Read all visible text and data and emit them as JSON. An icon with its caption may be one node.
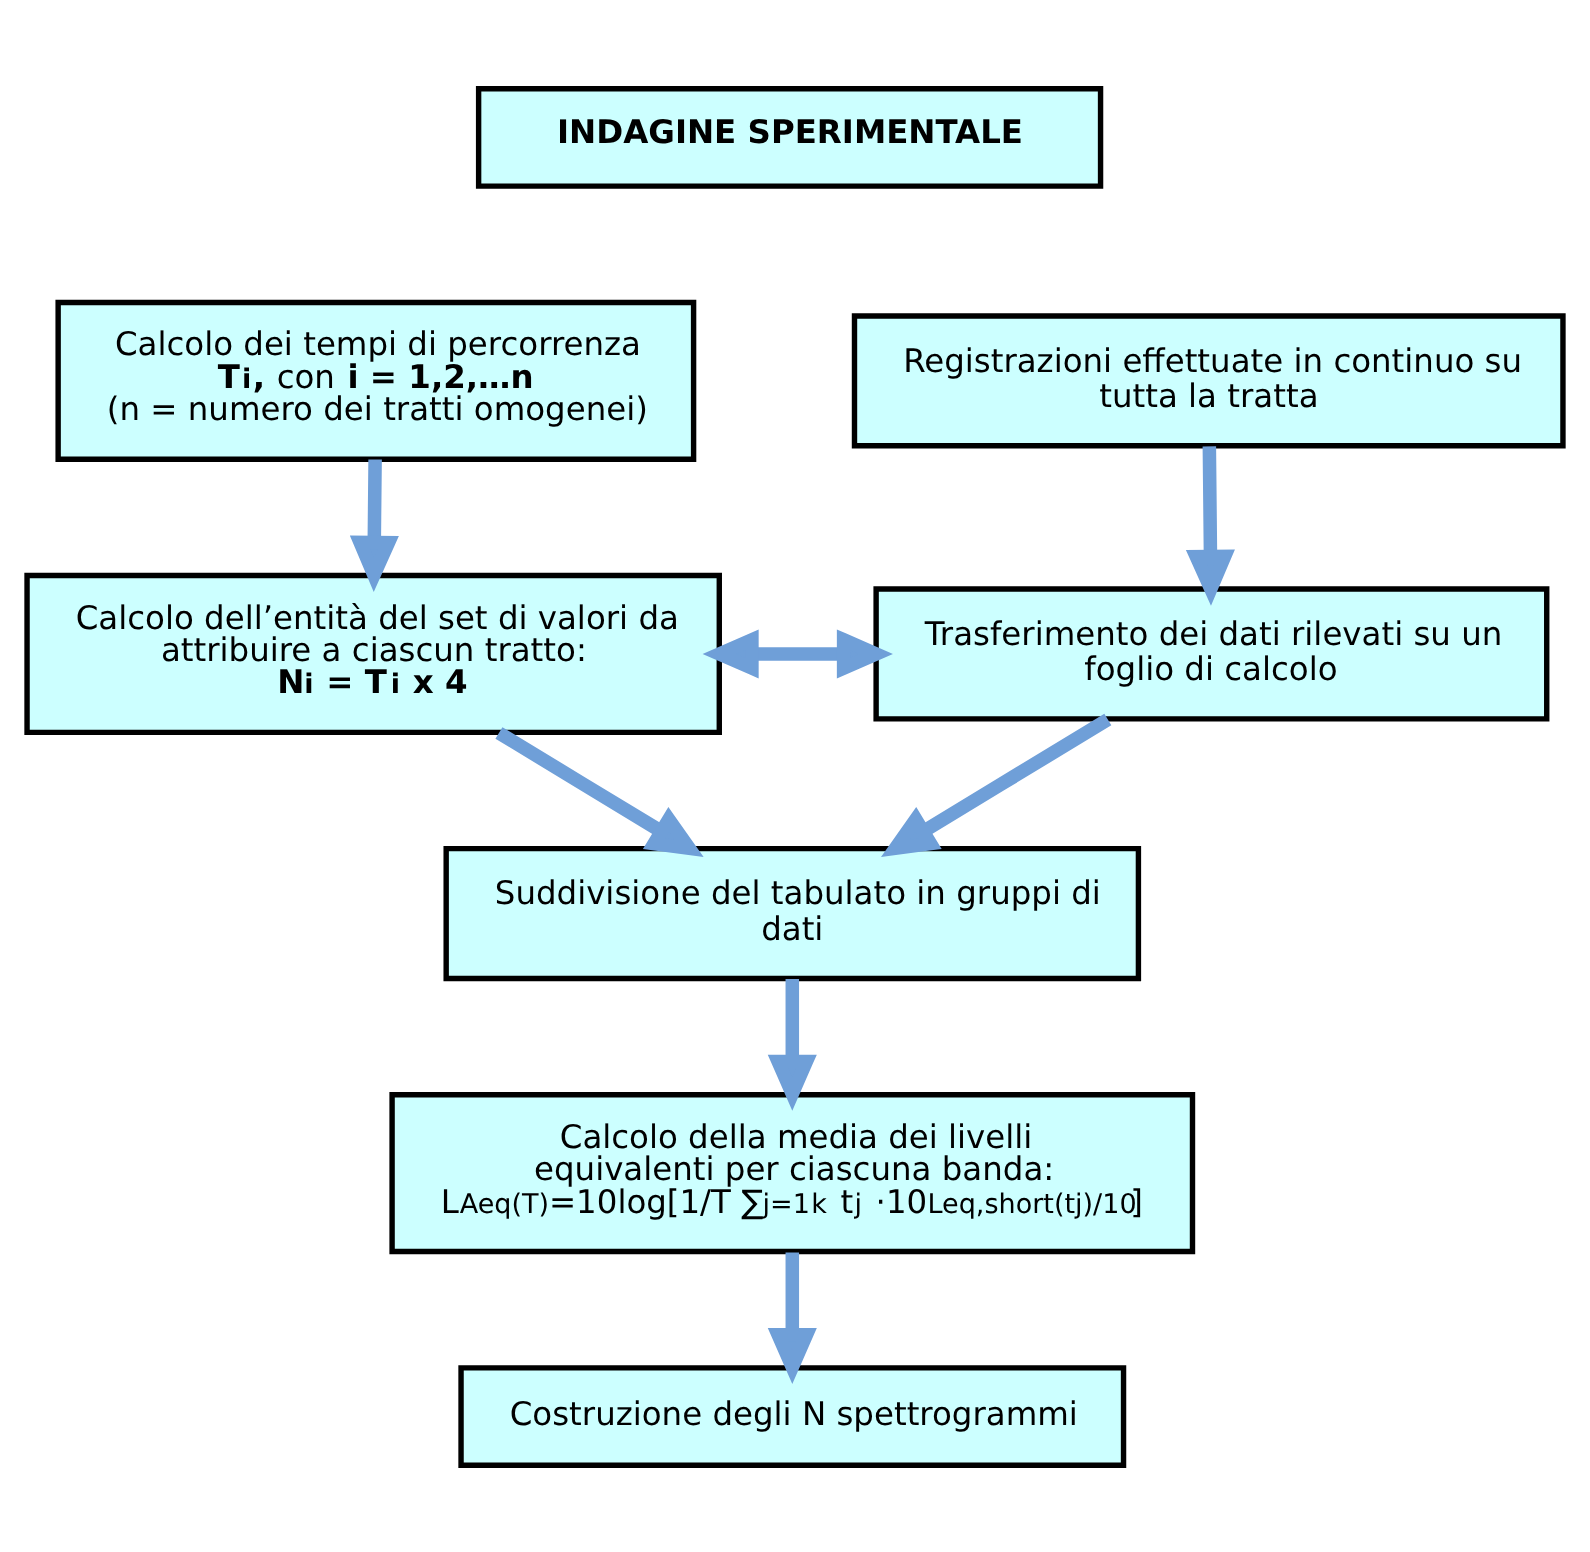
{
  "diagram": {
    "nodes": [
      {
        "text": [
          "**INDAGINE SPERIMENTALE**"
        ]
      },
      {
        "text": [
          "Calcolo dei tempi di percorrenza",
          "**T$_{i}$,** con **i = 1,2,…n**",
          "(n = numero dei tratti omogenei)"
        ]
      },
      {
        "text": [
          "Registrazioni effettuate in continuo su tutta la tratta"
        ]
      },
      {
        "text": [
          "Calcolo dell’entità del set di valori da attribuire a ciascun tratto:",
          "**N$_{i}$ = T$_{i}$ x 4**"
        ]
      },
      {
        "text": [
          "Trasferimento dei dati rilevati su un foglio di calcolo"
        ]
      },
      {
        "text": [
          "Suddivisione del tabulato in gruppi di dati"
        ]
      },
      {
        "text": [
          "Calcolo della media dei livelli equivalenti per ciascuna banda:",
          "L$_{Aeq(T)}$=10log[1/T ∑$_{j=1}$$^{k}$ t$_{j}$ ·10$^{Leq,short(tj)/10}$]"
        ]
      },
      {
        "text": [
          "Costruzione degli N spettrogrammi"
        ]
      }
    ],
    "edges": [
      {
        "from": 1,
        "to": 3,
        "arrow": "to"
      },
      {
        "from": 2,
        "to": 4,
        "arrow": "to"
      },
      {
        "from": 3,
        "to": 4,
        "arrow": "both"
      },
      {
        "from": 3,
        "to": 5,
        "arrow": "to"
      },
      {
        "from": 4,
        "to": 5,
        "arrow": "to"
      },
      {
        "from": 5,
        "to": 6,
        "arrow": "to"
      },
      {
        "from": 6,
        "to": 7,
        "arrow": "to"
      }
    ]
  }
}
